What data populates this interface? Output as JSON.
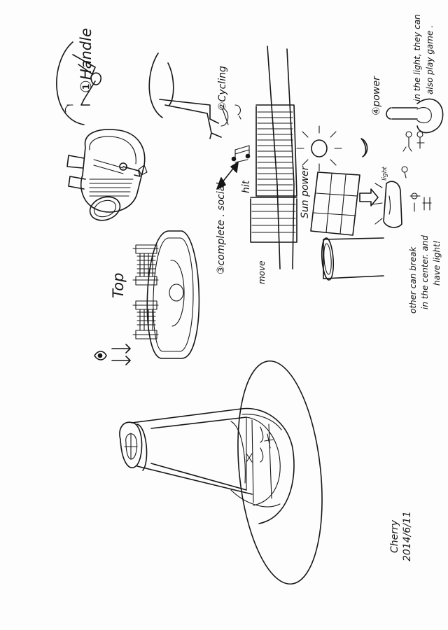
{
  "labels": {
    "handle": "①Handle",
    "cycling": "②Cycling",
    "complete_social": "③complete . social",
    "power": "④power",
    "top": "Top",
    "hit": "hit",
    "move": "move",
    "sun_power": "Sun power",
    "light": "light",
    "game_note_line1": "in the light, they can",
    "game_note_line2": "also play game .",
    "break_note_line1": "other can break",
    "break_note_line2": "in the center. and",
    "break_note_line3": "have light!",
    "author": "Cherry",
    "date": "2014/6/11"
  }
}
